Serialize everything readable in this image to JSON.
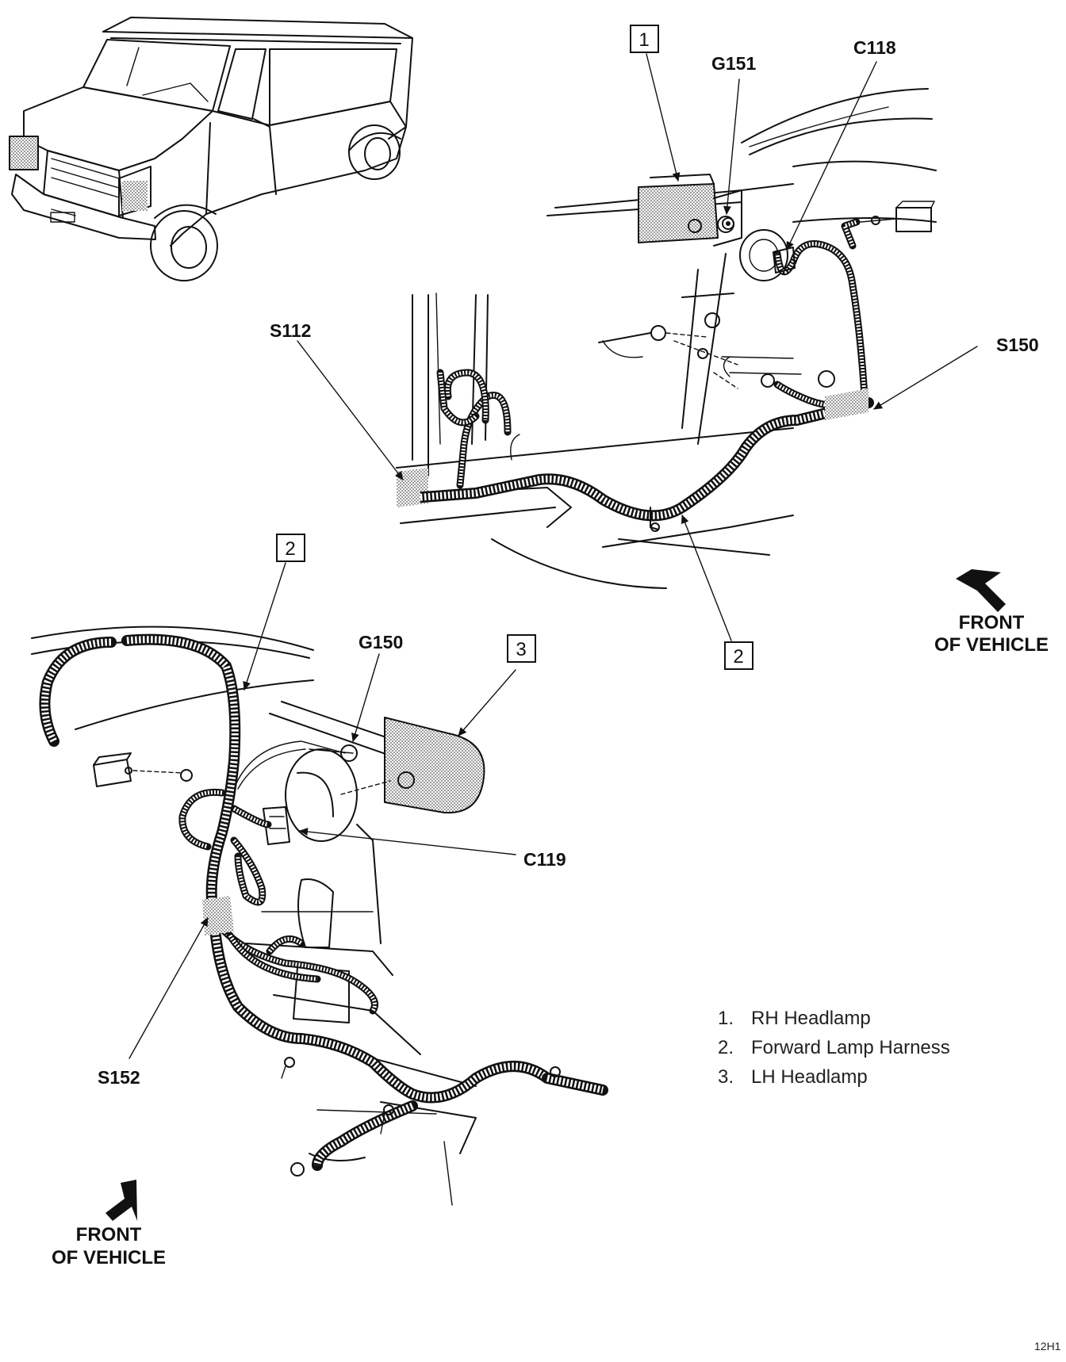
{
  "callouts": {
    "box1": "1",
    "box2_top": "2",
    "box2_bottom": "2",
    "box3": "3",
    "g151": "G151",
    "c118": "C118",
    "s112": "S112",
    "s150": "S150",
    "g150": "G150",
    "c119": "C119",
    "s152": "S152"
  },
  "direction_labels": {
    "upper": {
      "line1": "FRONT",
      "line2": "OF VEHICLE"
    },
    "lower": {
      "line1": "FRONT",
      "line2": "OF VEHICLE"
    }
  },
  "legend": [
    {
      "num": "1.",
      "text": "RH Headlamp"
    },
    {
      "num": "2.",
      "text": "Forward Lamp Harness"
    },
    {
      "num": "3.",
      "text": "LH Headlamp"
    }
  ],
  "figure_code": "12H1",
  "icons": {
    "van": "van-outline-icon",
    "front_arrow": "front-arrow-icon"
  }
}
